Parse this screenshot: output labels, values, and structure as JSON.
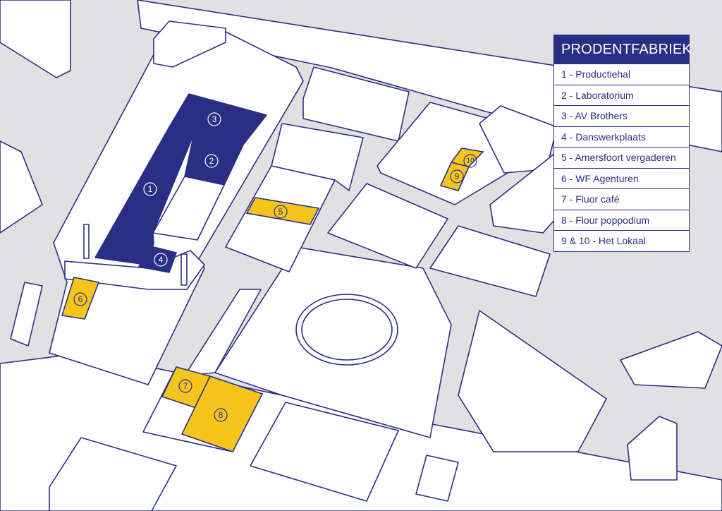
{
  "legend": {
    "title": "PRODENTFABRIEK",
    "items": [
      "1 - Productiehal",
      "2 - Laboratorium",
      "3 - AV Brothers",
      "4 - Danswerkplaats",
      "5 - Amersfoort vergaderen",
      "6 - WF Agenturen",
      "7 - Fluor café",
      "8 - Flour poppodium",
      "9 & 10 - Het Lokaal"
    ]
  },
  "markers": [
    "1",
    "2",
    "3",
    "4",
    "5",
    "6",
    "7",
    "8",
    "9",
    "10"
  ],
  "colors": {
    "navy": "#2a2f86",
    "yellow": "#f6c51b",
    "background": "#e1e1e3",
    "building": "#ffffff"
  }
}
